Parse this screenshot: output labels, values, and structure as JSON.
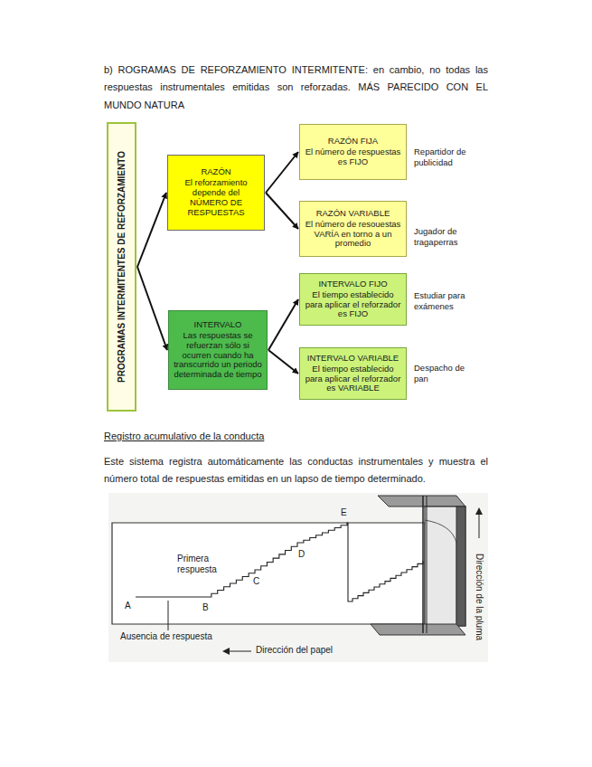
{
  "diagram": {
    "nodes": [
      {
        "text": [
          "PROGRAMAS INTERMITENTES DE REFORZAMIENTO"
        ]
      },
      {
        "text": [
          "RAZÓN",
          "El reforzamiento depende del NÚMERO DE RESPUESTAS"
        ]
      },
      {
        "text": [
          "INTERVALO",
          "Las respuestas se refuerzan sólo si ocurren cuando ha transcurrido un periodo determinada de tiempo"
        ]
      },
      {
        "text": [
          "RAZÓN FIJA",
          "El número de respuestas es FIJO"
        ]
      },
      {
        "text": [
          "RAZÓN VARIABLE",
          "El número de resouestas VARÍA en torno a un promedio"
        ]
      },
      {
        "text": [
          "INTERVALO FIJO",
          "El tiempo establecido para aplicar el reforzador es FIJO"
        ]
      },
      {
        "text": [
          "INTERVALO VARIABLE",
          "El tiempo establecido para aplicar el reforzador es VARIABLE"
        ]
      }
    ],
    "edges": [
      {
        "from": 0,
        "to": 1,
        "arrow": "to"
      },
      {
        "from": 0,
        "to": 2,
        "arrow": "to"
      },
      {
        "from": 1,
        "to": 3,
        "arrow": "to"
      },
      {
        "from": 1,
        "to": 4,
        "arrow": "to"
      },
      {
        "from": 2,
        "to": 5,
        "arrow": "to"
      },
      {
        "from": 2,
        "to": 6,
        "arrow": "to"
      }
    ],
    "labels": [
      "b) ROGRAMAS DE REFORZAMIENTO INTERMITENTE: en cambio, no todas las respuestas instrumentales emitidas son reforzadas. MÁS PARECIDO CON EL MUNDO NATURA",
      "Repartidor de publicidad",
      "Jugador de tragaperras",
      "Estudiar para exámenes",
      "Despacho de pan",
      "Registro acumulativo de la conducta",
      "Este sistema registra automáticamente las conductas instrumentales y muestra el número total de respuestas emitidas en un lapso de tiempo determinado.",
      "A",
      "B",
      "C",
      "D",
      "E",
      "Primera respuesta",
      "Ausencia de respuesta",
      "Dirección del papel",
      "Dirección de la pluma"
    ]
  }
}
